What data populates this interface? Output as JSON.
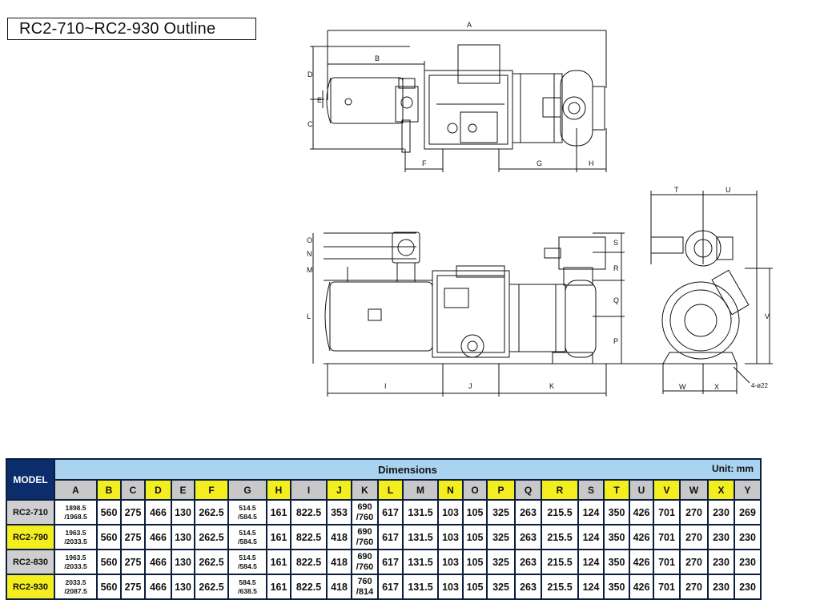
{
  "title": "RC2-710~RC2-930 Outline",
  "drawing": {
    "top_labels": [
      "A",
      "B",
      "C",
      "D",
      "E",
      "F",
      "G",
      "H"
    ],
    "front_labels": [
      "I",
      "J",
      "K",
      "L",
      "M",
      "N",
      "O",
      "P",
      "Q",
      "R",
      "S"
    ],
    "side_labels": [
      "T",
      "U",
      "V",
      "W",
      "X"
    ],
    "hole_note": "4-ø22"
  },
  "table": {
    "model_header": "MODEL",
    "dimensions_header": "Dimensions",
    "unit": "Unit: mm",
    "columns": [
      "A",
      "B",
      "C",
      "D",
      "E",
      "F",
      "G",
      "H",
      "I",
      "J",
      "K",
      "L",
      "M",
      "N",
      "O",
      "P",
      "Q",
      "R",
      "S",
      "T",
      "U",
      "V",
      "W",
      "X",
      "Y"
    ],
    "highlight_columns": [
      "B",
      "D",
      "F",
      "H",
      "J",
      "L",
      "N",
      "P",
      "R",
      "T",
      "V",
      "X"
    ],
    "rows": [
      {
        "model": "RC2-710",
        "style": "gray",
        "A": [
          "1898.5",
          "/1968.5"
        ],
        "B": "560",
        "C": "275",
        "D": "466",
        "E": "130",
        "F": "262.5",
        "G": [
          "514.5",
          "/584.5"
        ],
        "H": "161",
        "I": "822.5",
        "J": "353",
        "K": [
          "690",
          "/760"
        ],
        "L": "617",
        "M": "131.5",
        "N": "103",
        "O": "105",
        "P": "325",
        "Q": "263",
        "R": "215.5",
        "S": "124",
        "T": "350",
        "U": "426",
        "V": "701",
        "W": "270",
        "X": "230",
        "Y": "269"
      },
      {
        "model": "RC2-790",
        "style": "yellow",
        "A": [
          "1963.5",
          "/2033.5"
        ],
        "B": "560",
        "C": "275",
        "D": "466",
        "E": "130",
        "F": "262.5",
        "G": [
          "514.5",
          "/584.5"
        ],
        "H": "161",
        "I": "822.5",
        "J": "418",
        "K": [
          "690",
          "/760"
        ],
        "L": "617",
        "M": "131.5",
        "N": "103",
        "O": "105",
        "P": "325",
        "Q": "263",
        "R": "215.5",
        "S": "124",
        "T": "350",
        "U": "426",
        "V": "701",
        "W": "270",
        "X": "230",
        "Y": "230"
      },
      {
        "model": "RC2-830",
        "style": "gray",
        "A": [
          "1963.5",
          "/2033.5"
        ],
        "B": "560",
        "C": "275",
        "D": "466",
        "E": "130",
        "F": "262.5",
        "G": [
          "514.5",
          "/584.5"
        ],
        "H": "161",
        "I": "822.5",
        "J": "418",
        "K": [
          "690",
          "/760"
        ],
        "L": "617",
        "M": "131.5",
        "N": "103",
        "O": "105",
        "P": "325",
        "Q": "263",
        "R": "215.5",
        "S": "124",
        "T": "350",
        "U": "426",
        "V": "701",
        "W": "270",
        "X": "230",
        "Y": "230"
      },
      {
        "model": "RC2-930",
        "style": "yellow",
        "A": [
          "2033.5",
          "/2087.5"
        ],
        "B": "560",
        "C": "275",
        "D": "466",
        "E": "130",
        "F": "262.5",
        "G": [
          "584.5",
          "/638.5"
        ],
        "H": "161",
        "I": "822.5",
        "J": "418",
        "K": [
          "760",
          "/814"
        ],
        "L": "617",
        "M": "131.5",
        "N": "103",
        "O": "105",
        "P": "325",
        "Q": "263",
        "R": "215.5",
        "S": "124",
        "T": "350",
        "U": "426",
        "V": "701",
        "W": "270",
        "X": "230",
        "Y": "230"
      }
    ]
  }
}
